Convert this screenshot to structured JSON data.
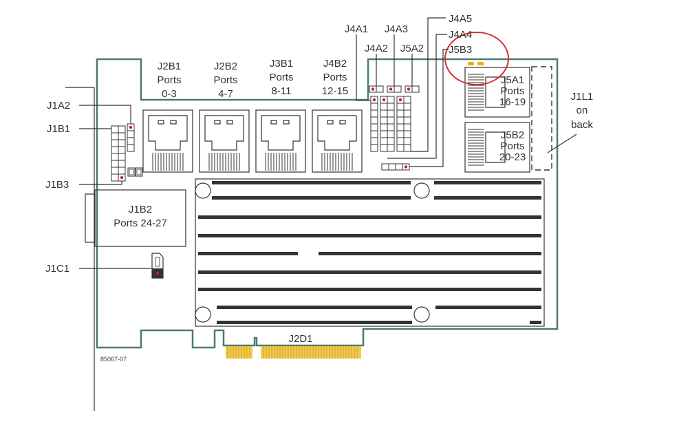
{
  "colors": {
    "board_outline": "#4a7a70",
    "pin_marker": "#cc2222",
    "highlight_circle": "#d32f2f",
    "gold_fingers": "#f2c94c",
    "led": "#e8b400"
  },
  "connectors": {
    "j2b1": {
      "name": "J2B1",
      "ports_word": "Ports",
      "ports": "0-3"
    },
    "j2b2": {
      "name": "J2B2",
      "ports_word": "Ports",
      "ports": "4-7"
    },
    "j3b1": {
      "name": "J3B1",
      "ports_word": "Ports",
      "ports": "8-11"
    },
    "j4b2": {
      "name": "J4B2",
      "ports_word": "Ports",
      "ports": "12-15"
    },
    "j5a1": {
      "name": "J5A1",
      "ports_word": "Ports",
      "ports": "16-19"
    },
    "j5b2": {
      "name": "J5B2",
      "ports_word": "Ports",
      "ports": "20-23"
    },
    "j1b2": {
      "name": "J1B2",
      "ports": "Ports 24-27"
    }
  },
  "jumpers": {
    "j4a1": "J4A1",
    "j4a2": "J4A2",
    "j4a3": "J4A3",
    "j5a2": "J5A2",
    "j4a5": "J4A5",
    "j4a4": "J4A4",
    "j5b3": "J5B3",
    "j1a2": "J1A2",
    "j1b1": "J1B1",
    "j1b3": "J1B3",
    "j1c1": "J1C1"
  },
  "j1l1": {
    "line1": "J1L1",
    "line2": "on",
    "line3": "back"
  },
  "edge_connector": "J2D1",
  "part_number": "85067-07"
}
